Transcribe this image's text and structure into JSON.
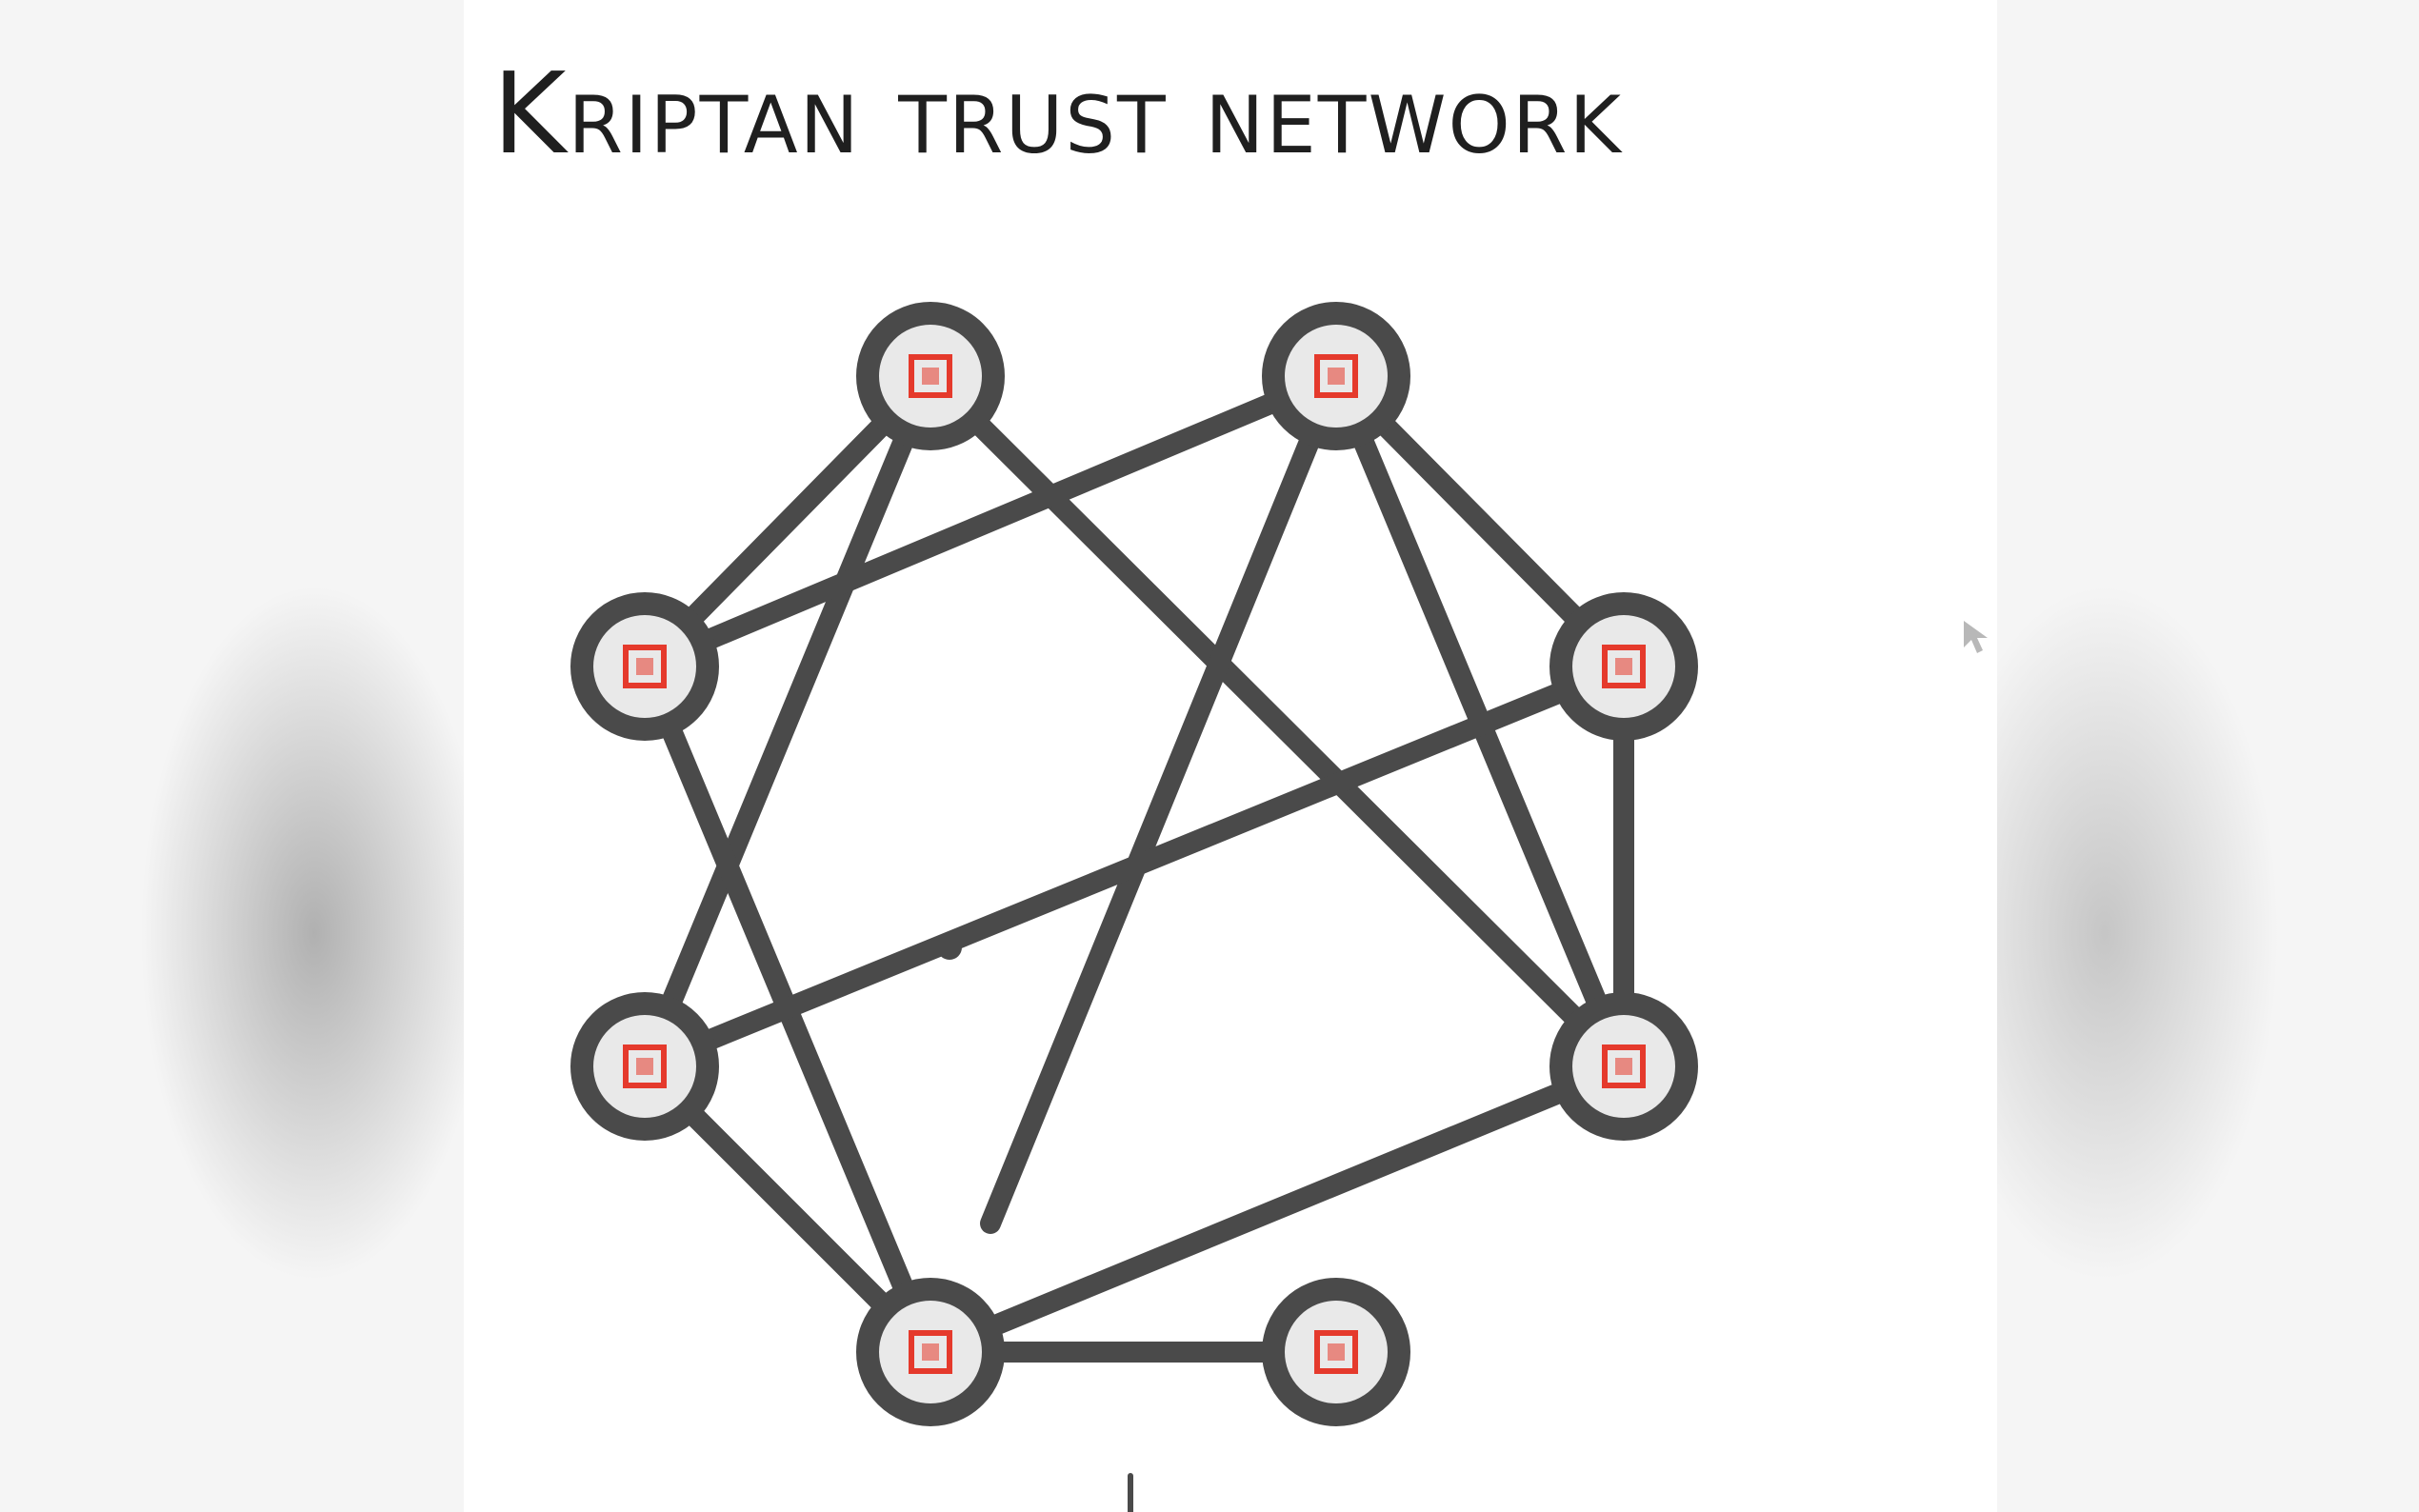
{
  "diagram": {
    "title": "Kriptan trust network",
    "node_icon": "square-node-icon",
    "colors": {
      "edge": "#4a4a4a",
      "node_fill": "#e9e9e9",
      "node_accent": "#e53a2c",
      "title": "#1f1f1f",
      "background": "#ffffff"
    },
    "nodes": [
      {
        "id": "n1"
      },
      {
        "id": "n2"
      },
      {
        "id": "n3"
      },
      {
        "id": "n4"
      },
      {
        "id": "n5"
      },
      {
        "id": "n6"
      },
      {
        "id": "n7"
      },
      {
        "id": "n8"
      },
      {
        "id": "n9"
      }
    ],
    "edges": [
      {
        "from": "n1",
        "to": "n3"
      },
      {
        "from": "n1",
        "to": "n5"
      },
      {
        "from": "n1",
        "to": "n6"
      },
      {
        "from": "n3",
        "to": "n2"
      },
      {
        "from": "n3",
        "to": "n8"
      },
      {
        "from": "n2",
        "to": "n4"
      },
      {
        "from": "n2",
        "to": "n6"
      },
      {
        "from": "n2",
        "to": "n7"
      },
      {
        "from": "n4",
        "to": "n6"
      },
      {
        "from": "n4",
        "to": "n5"
      },
      {
        "from": "n5",
        "to": "n8"
      },
      {
        "from": "n6",
        "to": "n8"
      },
      {
        "from": "n8",
        "to": "n9"
      }
    ]
  }
}
